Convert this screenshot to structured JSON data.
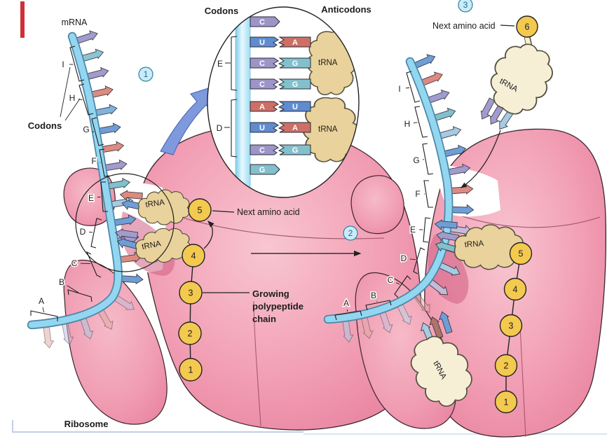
{
  "colors": {
    "mrna_fill": "#93d6f0",
    "mrna_edge": "#4d86a8",
    "ribosome_fill": "#f2a0b5",
    "ribosome_light": "#f7c3d0",
    "ribosome_dark": "#ea7f9b",
    "ribosome_shadow": "#cf5f83",
    "ribosome_edge": "#3a2630",
    "trna_tan": "#e9d29b",
    "trna_cream": "#f6efd6",
    "trna_edge": "#55503f",
    "amino_fill": "#f3c94f",
    "amino_edge": "#222222",
    "badge_fill": "#c9ecf8",
    "badge_edge": "#2f7f9f",
    "badge_text": "#1c6c8c",
    "base_A": "#cd6f66",
    "base_U": "#5f8cd0",
    "base_C": "#9d94c8",
    "base_G": "#82c0cc",
    "bar_cycle": [
      "#a29bce",
      "#8fc3d4",
      "#a29bce",
      "#dd8a80",
      "#7fb3dd",
      "#6f9ed6",
      "#dd8a80",
      "#a29bce",
      "#82c0cc",
      "#a6cbe2",
      "#6f9ed6",
      "#a29bce",
      "#dd8a80",
      "#6f9ed6",
      "#c3bcd9",
      "#e0a8a0",
      "#a6cbe2",
      "#c3bcd9",
      "#e0a8a0",
      "#b8d3e6",
      "#c3bcd9",
      "#e0a8a0",
      "#a6cbe2",
      "#c3bcd9"
    ],
    "ink": "#1c1c1c",
    "page_line": "#c3cde8",
    "page_line2": "#dde3f4",
    "red_mark": "#ce3038",
    "arrow_blue_fill": "#7e99dc",
    "arrow_blue_edge": "#4e6cb8"
  },
  "left_panel": {
    "mrna_label": "mRNA",
    "codons_label": "Codons",
    "step_badge": "1",
    "position_labels": [
      "I",
      "H",
      "G",
      "F",
      "E",
      "D",
      "C",
      "B",
      "A"
    ],
    "trna_labels": [
      "tRNA",
      "tRNA"
    ],
    "chain_numbers": [
      "5",
      "4",
      "3",
      "2",
      "1"
    ],
    "next_amino_label": "Next amino acid",
    "growing_chain_lines": [
      "Growing",
      "polypeptide",
      "chain"
    ],
    "ribosome_label": "Ribosome"
  },
  "inset": {
    "codons_header": "Codons",
    "anticodons_header": "Anticodons",
    "bracket_labels": [
      "E",
      "D"
    ],
    "trna_labels": [
      "tRNA",
      "tRNA"
    ],
    "base_pairs": [
      {
        "codon": "C",
        "anticodon": ""
      },
      {
        "codon": "U",
        "anticodon": "A"
      },
      {
        "codon": "C",
        "anticodon": "G"
      },
      {
        "codon": "C",
        "anticodon": "G"
      },
      {
        "codon": "A",
        "anticodon": "U"
      },
      {
        "codon": "U",
        "anticodon": "A"
      },
      {
        "codon": "C",
        "anticodon": "G"
      },
      {
        "codon": "G",
        "anticodon": ""
      }
    ]
  },
  "transition": {
    "step_badge": "2"
  },
  "right_panel": {
    "step_badge": "3",
    "next_amino_label": "Next amino acid",
    "next_amino_number": "6",
    "position_labels": [
      "I",
      "H",
      "G",
      "F",
      "E",
      "D",
      "C",
      "B",
      "A"
    ],
    "trna_labels": [
      "tRNA",
      "tRNA",
      "tRNA"
    ],
    "chain_numbers": [
      "5",
      "4",
      "3",
      "2",
      "1"
    ]
  }
}
